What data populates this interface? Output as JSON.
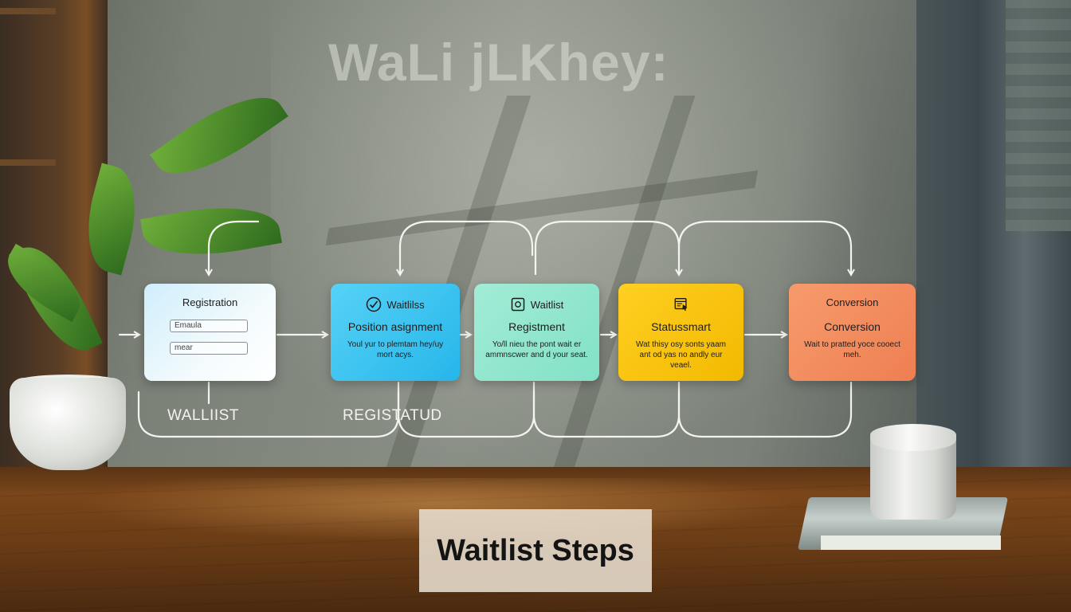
{
  "heading": "WaLi jLKhey:",
  "cards": [
    {
      "header": "Registration",
      "fields": [
        "Emaula",
        "mear"
      ],
      "color": "#e9f5fb"
    },
    {
      "header": "Waitlilss",
      "header_icon": "check-circle-icon",
      "title": "Position asignment",
      "desc": "Youl yur to plemtam hey/uy mort acys.",
      "color": "#3bc3ee"
    },
    {
      "header": "Waitlist",
      "header_icon": "document-icon",
      "title": "Registment",
      "desc": "Yo/ll nieu the pont wait er ammnscwer and d your seat.",
      "color": "#8ee6cd"
    },
    {
      "header_icon": "calendar-cursor-icon",
      "title": "Statussmart",
      "desc": "Wat thisy osy sonts yaam ant od yas no andly eur veael.",
      "color": "#f7c40c"
    },
    {
      "header": "Conversion",
      "title": "Conversion",
      "desc": "Wait to pratted yoce cooect meh.",
      "color": "#f28c5c"
    }
  ],
  "flow_labels": [
    "WALLIIST",
    "REGISTATUD"
  ],
  "caption": "Waitlist Steps"
}
